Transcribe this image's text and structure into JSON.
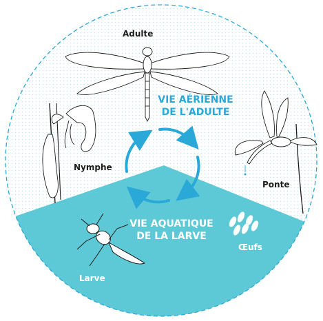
{
  "labels": {
    "adulte": "Adulte",
    "nymphe": "Nymphe",
    "ponte": "Ponte",
    "oeufs": "Œufs",
    "larve": "Larve"
  },
  "phases": {
    "aerial_line1": "VIE AÉRIENNE",
    "aerial_line2": "DE L'ADULTE",
    "aquatic_line1": "VIE AQUATIQUE",
    "aquatic_line2": "DE LA LARVE"
  },
  "colors": {
    "water": "#5ec9d6",
    "accent": "#2aa8d8",
    "dots": "#bfe4ee",
    "line": "#1d1d1b"
  },
  "icons": [
    "dragonfly-icon",
    "nymph-exuvia-icon",
    "laying-dragonfly-icon",
    "eggs-icon",
    "larva-icon",
    "cycle-arrow-icon"
  ]
}
